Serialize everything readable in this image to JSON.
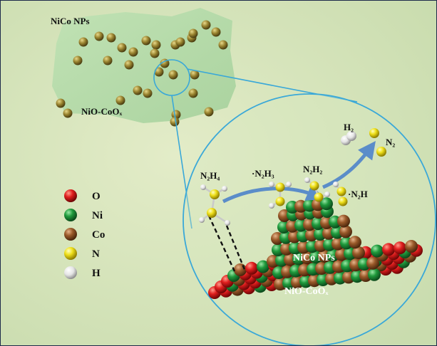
{
  "labels": {
    "nico_nps_top": "NiCo NPs",
    "nioco_left": "NiO-CoOₓ",
    "n2h4": "N₂H₄",
    "n2h3": "·N₂H₃",
    "n2h2": "N₂H₂",
    "n2h": "·N₂H",
    "h2": "H₂",
    "n2": "N₂",
    "nico_nps_particle": "NiCo NPs",
    "nioco_support": "NiO-CoOₓ"
  },
  "legend": [
    {
      "symbol": "O",
      "color": "#e02020",
      "icon": "o-atom-icon"
    },
    {
      "symbol": "Ni",
      "color": "#1e9a3c",
      "icon": "ni-atom-icon"
    },
    {
      "symbol": "Co",
      "color": "#9a5a2a",
      "icon": "co-atom-icon"
    },
    {
      "symbol": "N",
      "color": "#f2e21a",
      "icon": "n-atom-icon"
    },
    {
      "symbol": "H",
      "color": "#eeeeee",
      "icon": "h-atom-icon"
    }
  ],
  "colors": {
    "background": "#dfe9c8",
    "circle_stroke": "#3aa8d8",
    "sheet": "#b9ddb0",
    "nanoparticle": "#9a8430",
    "arrow": "#5b8dc9"
  }
}
